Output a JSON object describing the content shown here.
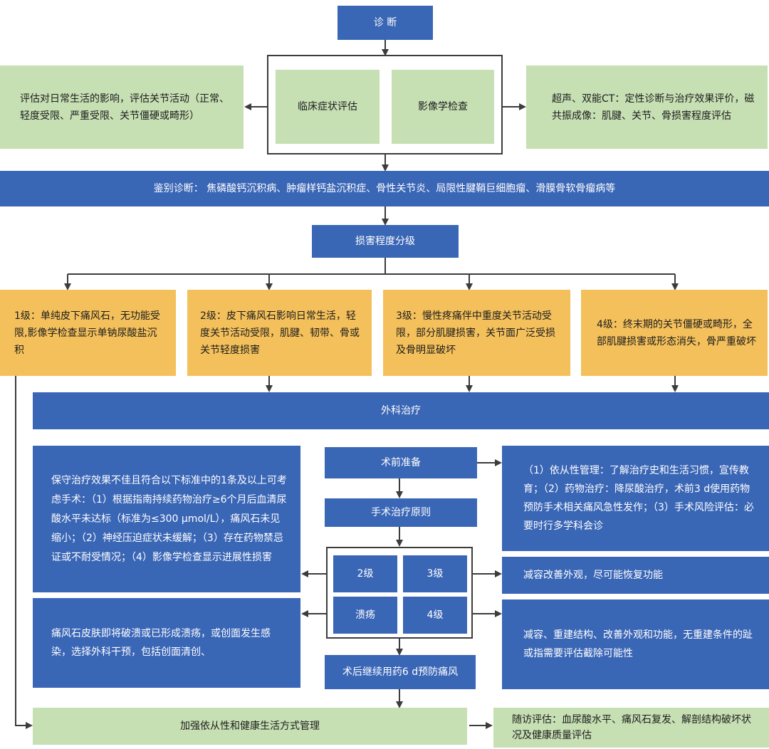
{
  "top": {
    "diagnosis": "诊 断",
    "clinical": "临床症状评估",
    "imaging": "影像学检查",
    "daily_eval": "评估对日常生活的影响，评估关节活动（正常、轻度受限、严重受限、关节僵硬或畸形）",
    "ultrasound": "超声、双能CT：定性诊断与治疗效果评价，磁共振成像：肌腱、关节、骨损害程度评估"
  },
  "differential": "鉴别诊断：  焦磷酸钙沉积病、肿瘤样钙盐沉积症、骨性关节炎、局限性腱鞘巨细胞瘤、滑膜骨软骨瘤病等",
  "grading": {
    "title": "损害程度分级",
    "grades": [
      "1级：单纯皮下痛风石，无功能受限,影像学检查显示单钠尿酸盐沉积",
      "2级：皮下痛风石影响日常生活，轻度关节活动受限，肌腱、韧带、骨或关节轻度损害",
      "3级：慢性疼痛伴中重度关节活动受限，部分肌腱损害，关节面广泛受损及骨明显破坏",
      "4级：终末期的关节僵硬或畸形，全部肌腱损害或形态消失，骨严重破坏"
    ]
  },
  "surgery": {
    "title": "外科治疗",
    "prep": "术前准备",
    "principle": "手术治疗原则",
    "grid": [
      "2级",
      "3级",
      "溃疡",
      "4级"
    ],
    "postop": "术后继续用药6 d预防痛风",
    "conservative_fail": "保守治疗效果不佳且符合以下标准中的1条及以上可考虑手术：（1）根据指南持续药物治疗≥6个月后血清尿酸水平未达标（标准为≤300 μmol/L），痛风石未见缩小；（2）神经压迫症状未缓解；（3）存在药物禁忌证或不耐受情况；（4）影像学检查显示进展性损害",
    "ulcer_text": "痛风石皮肤即将破溃或已形成溃疡，或创面发生感染，选择外科干预，包括创面清创、",
    "prep_detail": "（1）依从性管理：了解治疗史和生活习惯，宣传教育；（2）药物治疗：降尿酸治疗，术前3 d使用药物预防手术相关痛风急性发作；（3）手术风险评估：必要时行多学科会诊",
    "grade3_text": "减容改善外观，尽可能恢复功能",
    "grade4_text": "减容、重建结构、改善外观和功能，无重建条件的趾或指需要评估截除可能性"
  },
  "bottom": {
    "management": "加强依从性和健康生活方式管理",
    "followup": "随访评估：血尿酸水平、痛风石复发、解剖结构破坏状况及健康质量评估"
  },
  "colors": {
    "blue": "#3a66b6",
    "green": "#c6dfb3",
    "yellow": "#f4c05b",
    "line": "#3c3c3c"
  }
}
